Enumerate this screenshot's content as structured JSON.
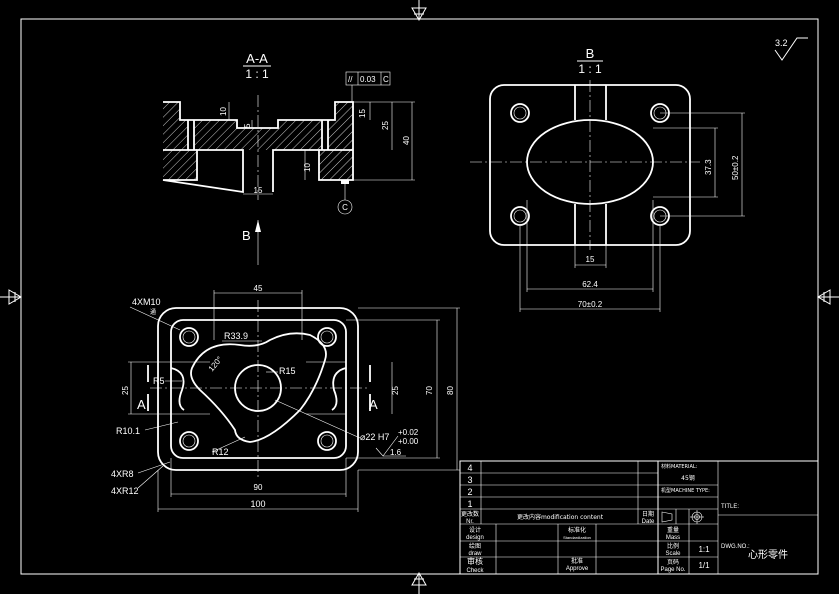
{
  "section_view": {
    "title": "A-A",
    "scale": "1 : 1",
    "dims": [
      "10",
      "5",
      "15",
      "25",
      "40",
      "15",
      "10"
    ],
    "tolerance_symbol": "//",
    "tolerance_value": "0.03",
    "datum": "C",
    "view_arrow_label": "B"
  },
  "view_b": {
    "title": "B",
    "scale": "1 : 1",
    "dims": [
      "37.3",
      "50±0.2",
      "15",
      "62.4",
      "70±0.2"
    ]
  },
  "top_view": {
    "labels": {
      "thread": "4XM10",
      "thread_sub": "通",
      "r339": "R33.9",
      "ang": "120°",
      "r15": "R15",
      "r5": "R5",
      "r101": "R10.1",
      "r12": "R12",
      "fit": "⌀22 H7",
      "tol_up": "+0.02",
      "tol_dn": "+0.00",
      "rough": "1.6",
      "r8": "4XR8",
      "r12x4": "4XR12",
      "sec_a": "A",
      "dim45": "45",
      "dim25l": "25",
      "dim25r": "25",
      "dim70": "70",
      "dim80": "80",
      "dim90": "90",
      "dim100": "100"
    }
  },
  "roughness": {
    "value": "3.2"
  },
  "title_block": {
    "rev_rows": [
      "4",
      "3",
      "2",
      "1"
    ],
    "rev_no_cn": "更改数",
    "rev_no_en": "Nr.",
    "mod_content": "更改内容modification content",
    "date_cn": "日期",
    "date_en": "Date",
    "design_cn": "设计",
    "design_en": "design",
    "draw_cn": "绘图",
    "draw_en": "draw",
    "check_cn": "审核",
    "check_en": "Check",
    "standard_cn": "标准化",
    "standard_en": "Standardization",
    "approve_cn": "批准",
    "approve_en": "Approve",
    "mass_cn": "重量",
    "mass_en": "Mass",
    "scale_cn": "比例",
    "scale_en": "Scale",
    "page_cn": "页码",
    "page_en": "Page No.",
    "scale_value": "1:1",
    "page_value": "1/1",
    "material_label": "材料MATERIAL:",
    "material_value": "45钢",
    "machine_label": "机型MACHINE TYPE:",
    "title_label": "TITLE:",
    "dwg_label": "DWG.NO.:",
    "part_name": "心形零件"
  }
}
